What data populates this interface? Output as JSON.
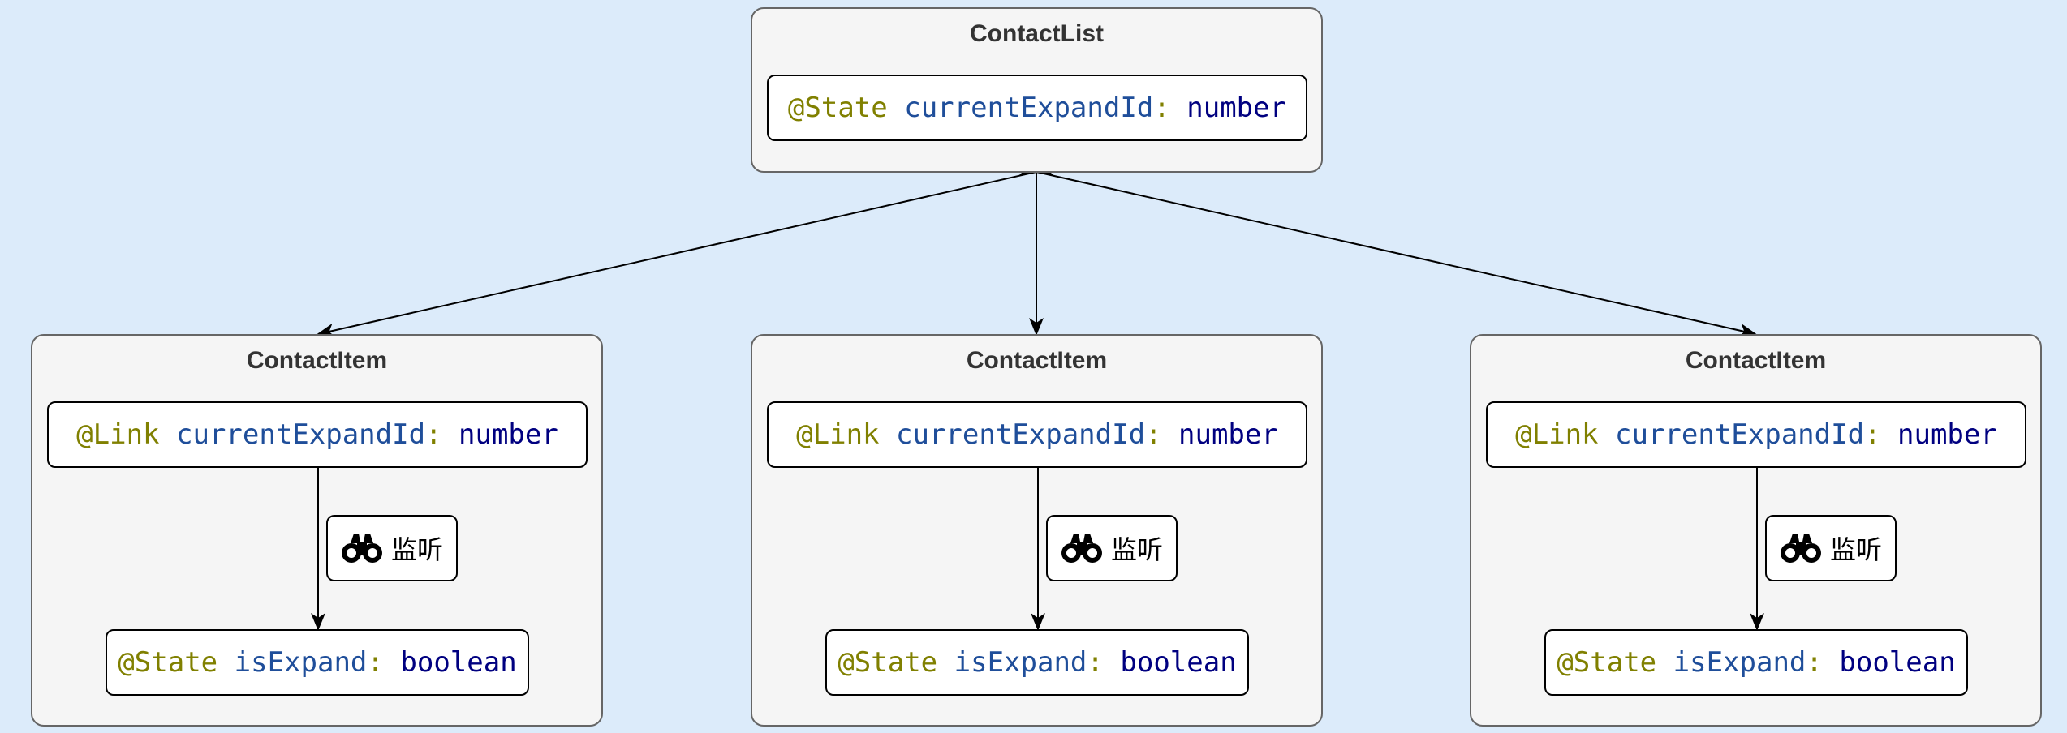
{
  "parent": {
    "title": "ContactList",
    "state": {
      "decorator": "@State",
      "name": "currentExpandId",
      "colon": ":",
      "type": "number"
    }
  },
  "children": [
    {
      "title": "ContactItem",
      "link": {
        "decorator": "@Link",
        "name": "currentExpandId",
        "colon": ":",
        "type": "number"
      },
      "watch_label": "监听",
      "state": {
        "decorator": "@State",
        "name": "isExpand",
        "colon": ":",
        "type": "boolean"
      }
    },
    {
      "title": "ContactItem",
      "link": {
        "decorator": "@Link",
        "name": "currentExpandId",
        "colon": ":",
        "type": "number"
      },
      "watch_label": "监听",
      "state": {
        "decorator": "@State",
        "name": "isExpand",
        "colon": ":",
        "type": "boolean"
      }
    },
    {
      "title": "ContactItem",
      "link": {
        "decorator": "@Link",
        "name": "currentExpandId",
        "colon": ":",
        "type": "number"
      },
      "watch_label": "监听",
      "state": {
        "decorator": "@State",
        "name": "isExpand",
        "colon": ":",
        "type": "boolean"
      }
    }
  ],
  "icons": {
    "watch": "binoculars-icon"
  }
}
